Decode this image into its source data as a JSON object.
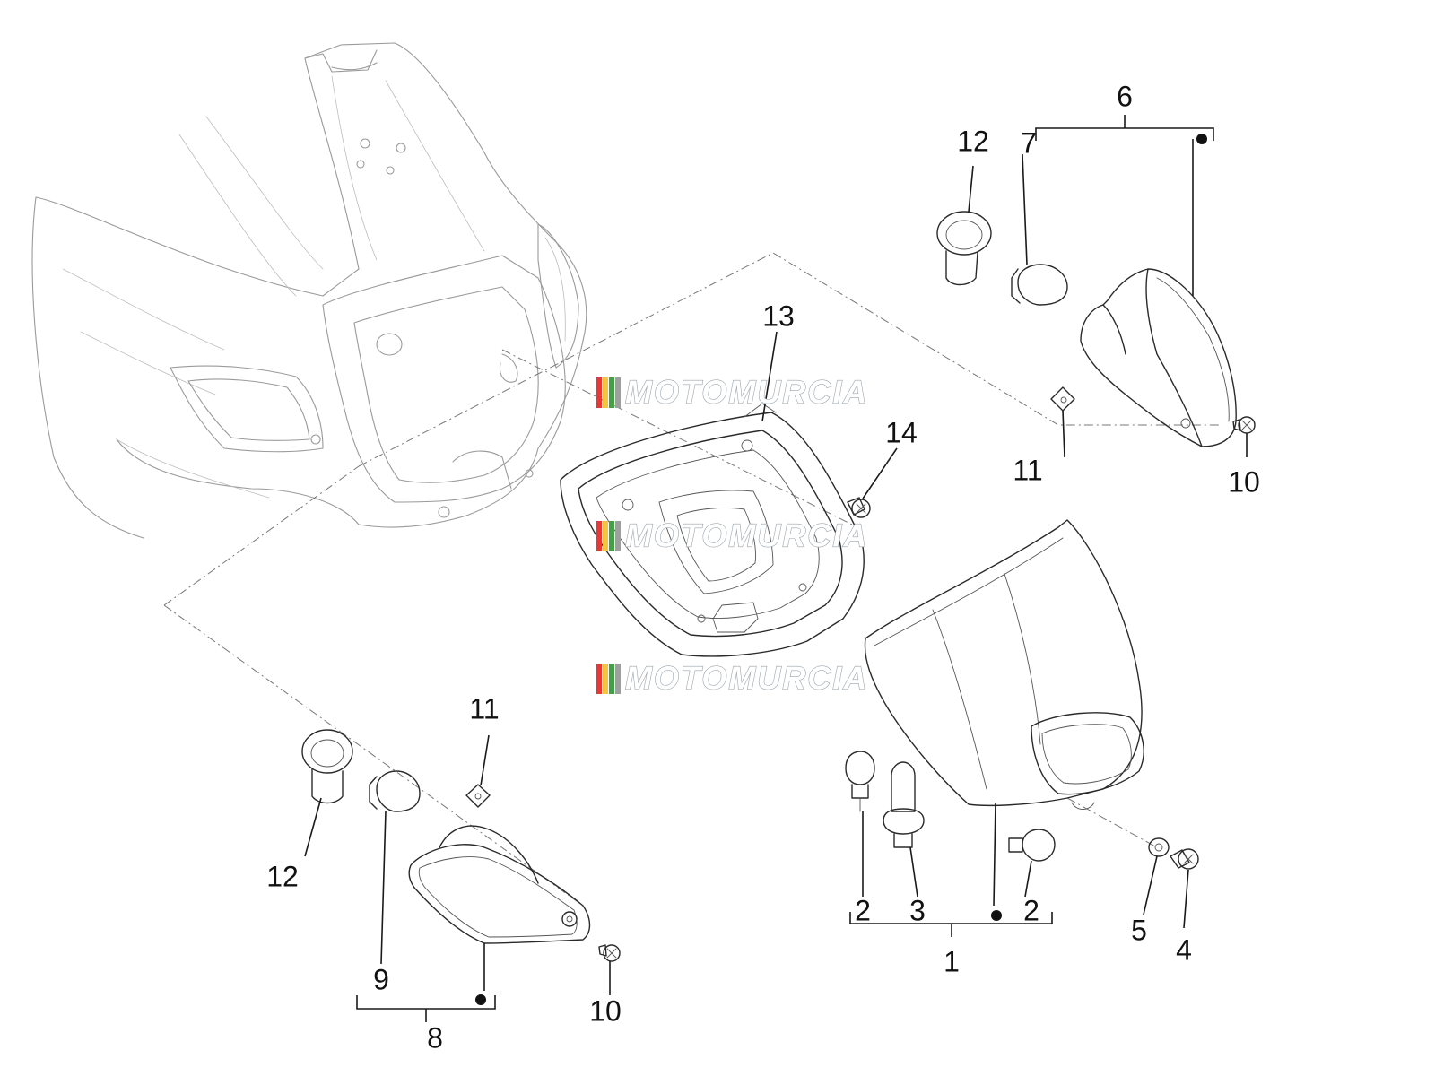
{
  "watermark": {
    "text": "MOTOMURCIA",
    "stripe_colors": [
      "#e53935",
      "#f4c542",
      "#43a047",
      "#9e9e9e"
    ]
  },
  "callouts": {
    "c1": "1",
    "c2a": "2",
    "c2b": "2",
    "c3": "3",
    "c4": "4",
    "c5": "5",
    "c6": "6",
    "c7": "7",
    "c8": "8",
    "c9": "9",
    "c10a": "10",
    "c10b": "10",
    "c11a": "11",
    "c11b": "11",
    "c12a": "12",
    "c12b": "12",
    "c13": "13",
    "c14": "14"
  }
}
